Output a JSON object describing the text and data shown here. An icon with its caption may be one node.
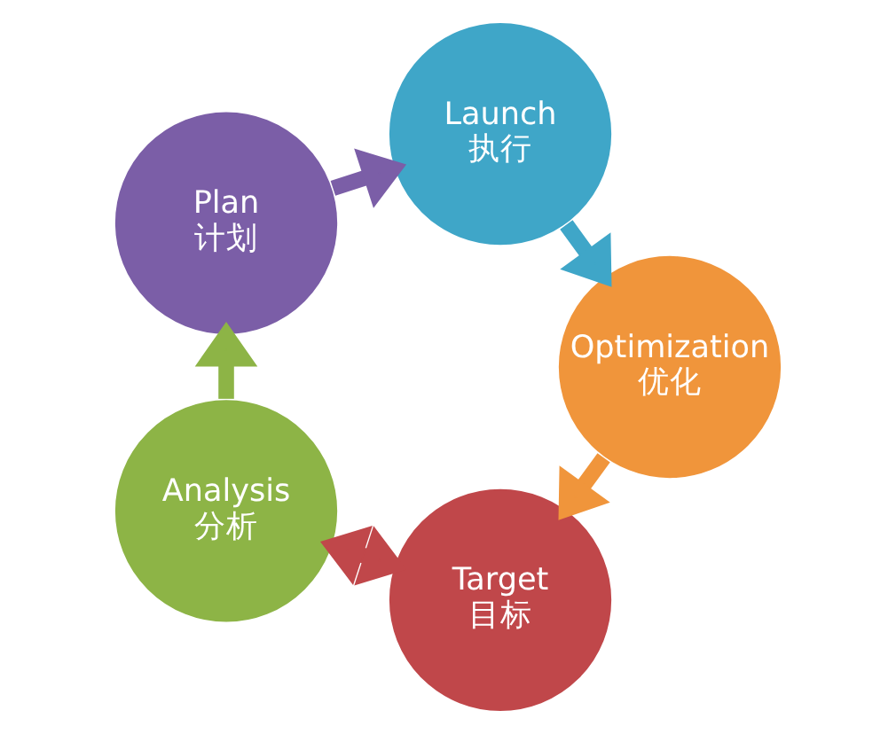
{
  "diagram": {
    "nodes": [
      {
        "text": [
          "Target",
          "目标"
        ]
      },
      {
        "text": [
          "Analysis",
          "分析"
        ]
      },
      {
        "text": [
          "Plan",
          "计划"
        ]
      },
      {
        "text": [
          "Launch",
          "执行"
        ]
      },
      {
        "text": [
          "Optimization",
          "优化"
        ]
      }
    ],
    "edges": [
      {
        "from": 0,
        "to": 1,
        "arrow": "both",
        "color": "#c0474a"
      },
      {
        "from": 1,
        "to": 2,
        "arrow": "to",
        "color": "#8db446"
      },
      {
        "from": 2,
        "to": 3,
        "arrow": "to",
        "color": "#7b5ea7"
      },
      {
        "from": 3,
        "to": 4,
        "arrow": "to",
        "color": "#3fa6c8"
      },
      {
        "from": 4,
        "to": 0,
        "arrow": "to",
        "color": "#f0953b"
      }
    ]
  }
}
